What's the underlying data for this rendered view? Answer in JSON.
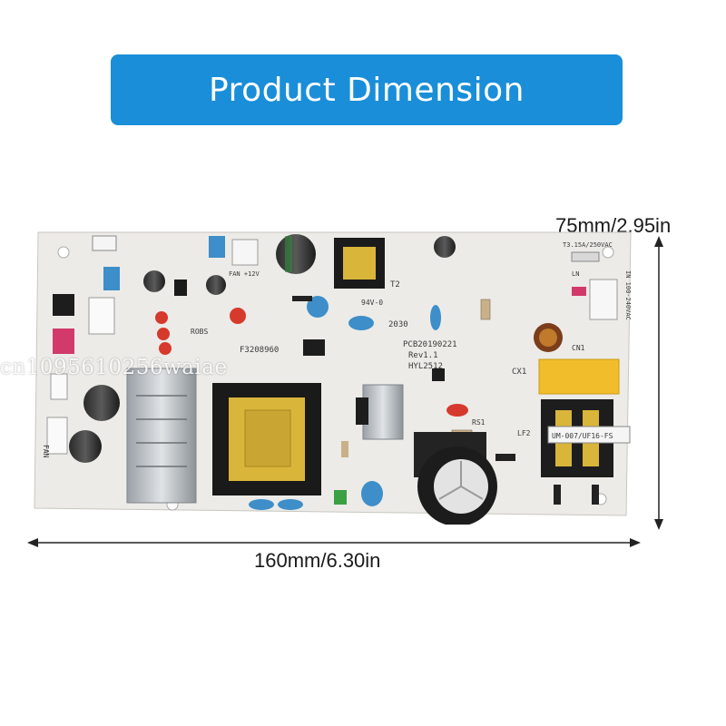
{
  "banner": {
    "title": "Product Dimension",
    "color": "#1a8ed8"
  },
  "dimensions": {
    "height": "75mm/2.95in",
    "width": "160mm/6.30in"
  },
  "board": {
    "silkscreen": {
      "model": "HYL2512",
      "rev": "Rev1.1",
      "pcb_code": "PCB20190221",
      "date": "2030",
      "rating": "94V-0",
      "fuse": "T3.15A/250VAC",
      "input": "IN 100-240VAC",
      "fan": "FAN",
      "fan12": "FAN +12V",
      "ln": "LN",
      "cn1": "CN1",
      "cx1": "CX1",
      "rs1": "RS1",
      "lf2": "LF2",
      "t2": "T2",
      "code1": "F3208960",
      "code2": "ROBS",
      "filter": "UM-007/UF16-FS"
    }
  },
  "watermark": {
    "text": "cn1095610256waiae"
  },
  "colors": {
    "pcb": "#ecebe7",
    "transformer": "#d9b53a",
    "capacitor_blue": "#3d8ec9",
    "arrow": "#222222"
  }
}
